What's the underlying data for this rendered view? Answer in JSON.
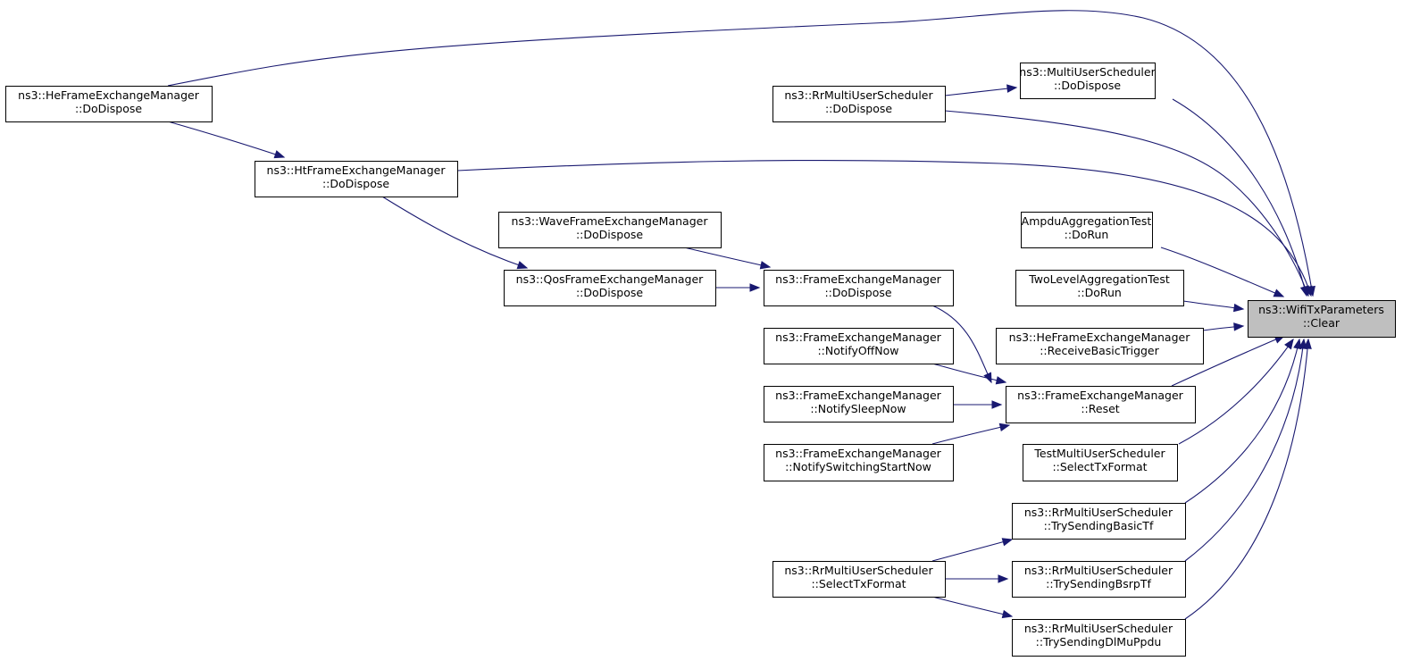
{
  "diagram": {
    "type": "caller-graph",
    "colors": {
      "edge": "#191970",
      "root_fill": "#bfbfbf",
      "node_fill": "#ffffff",
      "node_stroke": "#000000"
    },
    "nodes": [
      {
        "id": "clear",
        "lines": [
          "ns3::WifiTxParameters",
          "::Clear"
        ],
        "root": true
      },
      {
        "id": "he_dispose",
        "lines": [
          "ns3::HeFrameExchangeManager",
          "::DoDispose"
        ]
      },
      {
        "id": "ht_dispose",
        "lines": [
          "ns3::HtFrameExchangeManager",
          "::DoDispose"
        ]
      },
      {
        "id": "rr_dispose",
        "lines": [
          "ns3::RrMultiUserScheduler",
          "::DoDispose"
        ]
      },
      {
        "id": "mus_dispose",
        "lines": [
          "ns3::MultiUserScheduler",
          "::DoDispose"
        ]
      },
      {
        "id": "wave_dispose",
        "lines": [
          "ns3::WaveFrameExchangeManager",
          "::DoDispose"
        ]
      },
      {
        "id": "qos_dispose",
        "lines": [
          "ns3::QosFrameExchangeManager",
          "::DoDispose"
        ]
      },
      {
        "id": "fem_dispose",
        "lines": [
          "ns3::FrameExchangeManager",
          "::DoDispose"
        ]
      },
      {
        "id": "fem_off",
        "lines": [
          "ns3::FrameExchangeManager",
          "::NotifyOffNow"
        ]
      },
      {
        "id": "fem_sleep",
        "lines": [
          "ns3::FrameExchangeManager",
          "::NotifySleepNow"
        ]
      },
      {
        "id": "fem_switch",
        "lines": [
          "ns3::FrameExchangeManager",
          "::NotifySwitchingStartNow"
        ]
      },
      {
        "id": "fem_reset",
        "lines": [
          "ns3::FrameExchangeManager",
          "::Reset"
        ]
      },
      {
        "id": "ampdu_run",
        "lines": [
          "AmpduAggregationTest",
          "::DoRun"
        ]
      },
      {
        "id": "twolevel_run",
        "lines": [
          "TwoLevelAggregationTest",
          "::DoRun"
        ]
      },
      {
        "id": "he_basic",
        "lines": [
          "ns3::HeFrameExchangeManager",
          "::ReceiveBasicTrigger"
        ]
      },
      {
        "id": "test_mus_select",
        "lines": [
          "TestMultiUserScheduler",
          "::SelectTxFormat"
        ]
      },
      {
        "id": "rr_basic",
        "lines": [
          "ns3::RrMultiUserScheduler",
          "::TrySendingBasicTf"
        ]
      },
      {
        "id": "rr_select",
        "lines": [
          "ns3::RrMultiUserScheduler",
          "::SelectTxFormat"
        ]
      },
      {
        "id": "rr_bsrp",
        "lines": [
          "ns3::RrMultiUserScheduler",
          "::TrySendingBsrpTf"
        ]
      },
      {
        "id": "rr_dlmu",
        "lines": [
          "ns3::RrMultiUserScheduler",
          "::TrySendingDlMuPpdu"
        ]
      }
    ],
    "edges": [
      {
        "from": "he_dispose",
        "to": "clear"
      },
      {
        "from": "he_dispose",
        "to": "ht_dispose"
      },
      {
        "from": "ht_dispose",
        "to": "clear"
      },
      {
        "from": "ht_dispose",
        "to": "qos_dispose"
      },
      {
        "from": "rr_dispose",
        "to": "mus_dispose"
      },
      {
        "from": "rr_dispose",
        "to": "clear"
      },
      {
        "from": "mus_dispose",
        "to": "clear"
      },
      {
        "from": "wave_dispose",
        "to": "fem_dispose"
      },
      {
        "from": "qos_dispose",
        "to": "fem_dispose"
      },
      {
        "from": "fem_dispose",
        "to": "fem_reset"
      },
      {
        "from": "fem_off",
        "to": "fem_reset"
      },
      {
        "from": "fem_sleep",
        "to": "fem_reset"
      },
      {
        "from": "fem_switch",
        "to": "fem_reset"
      },
      {
        "from": "fem_reset",
        "to": "clear"
      },
      {
        "from": "ampdu_run",
        "to": "clear"
      },
      {
        "from": "twolevel_run",
        "to": "clear"
      },
      {
        "from": "he_basic",
        "to": "clear"
      },
      {
        "from": "test_mus_select",
        "to": "clear"
      },
      {
        "from": "rr_select",
        "to": "rr_basic"
      },
      {
        "from": "rr_select",
        "to": "rr_bsrp"
      },
      {
        "from": "rr_select",
        "to": "rr_dlmu"
      },
      {
        "from": "rr_basic",
        "to": "clear"
      },
      {
        "from": "rr_bsrp",
        "to": "clear"
      },
      {
        "from": "rr_dlmu",
        "to": "clear"
      }
    ]
  }
}
